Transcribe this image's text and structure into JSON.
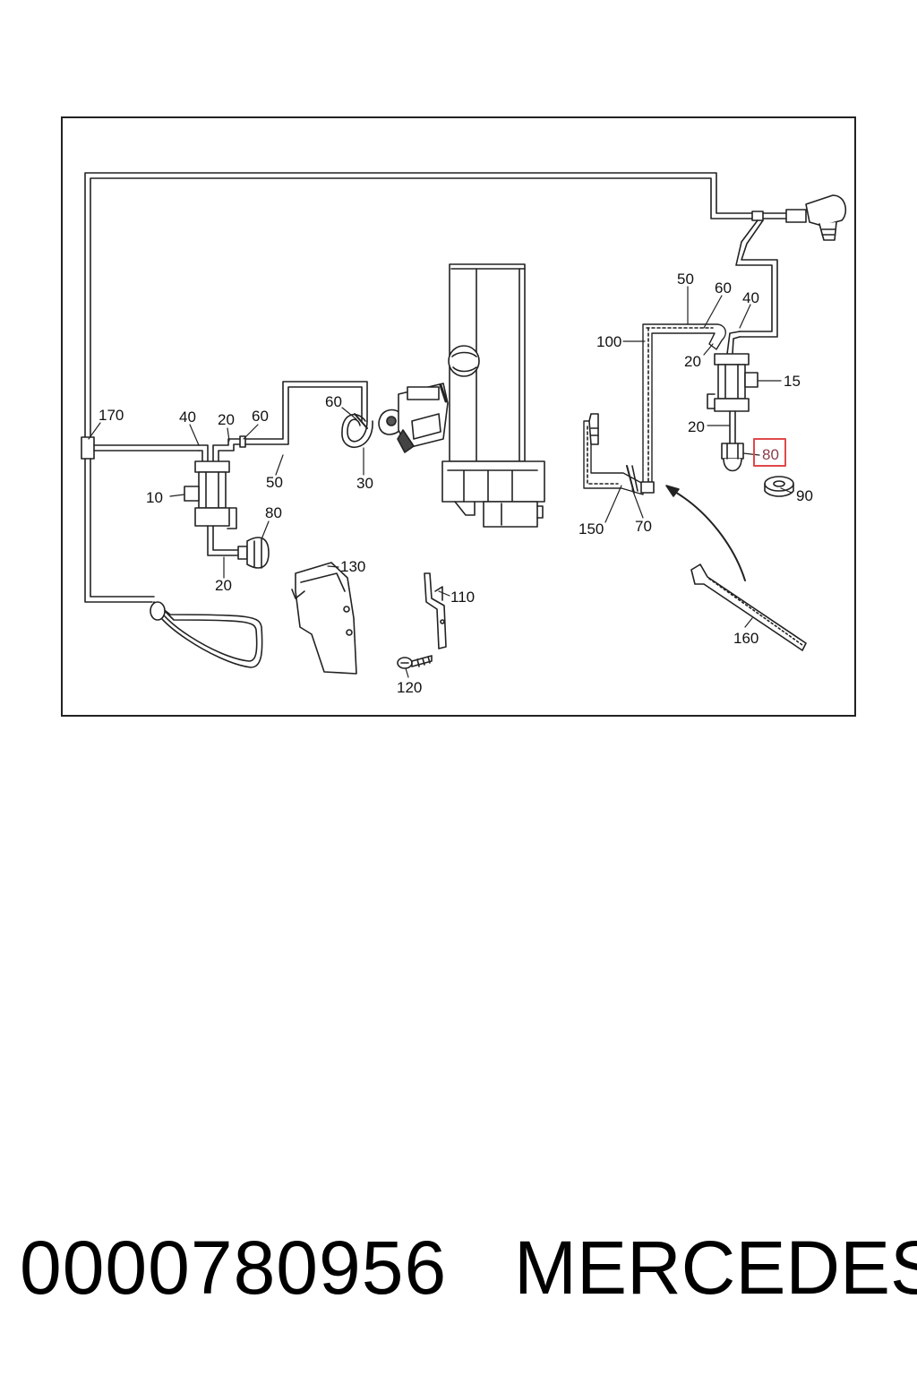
{
  "callouts": {
    "c170": "170",
    "c40a": "40",
    "c20a": "20",
    "c60a": "60",
    "c10": "10",
    "c50a": "50",
    "c60b": "60",
    "c30": "30",
    "c80a": "80",
    "c20b": "20",
    "c130": "130",
    "c110": "110",
    "c120": "120",
    "c100": "100",
    "c50b": "50",
    "c60c": "60",
    "c40b": "40",
    "c20c": "20",
    "c15": "15",
    "c20d": "20",
    "c80b": "80",
    "c90": "90",
    "c150": "150",
    "c70": "70",
    "c160": "160"
  },
  "highlight": {
    "callout": "80",
    "color": "#e0484a"
  },
  "footer": {
    "part_number": "0000780956",
    "brand": "MERCEDES"
  }
}
